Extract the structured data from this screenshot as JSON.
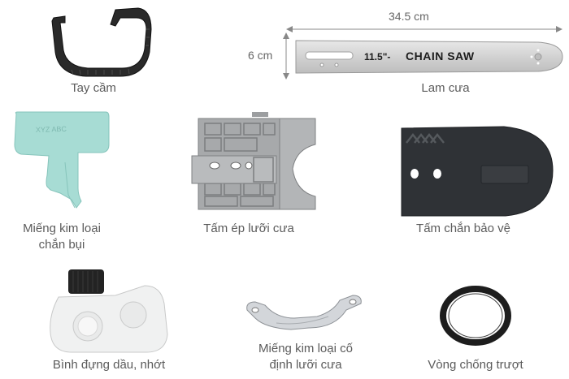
{
  "parts": {
    "handle": {
      "label": "Tay cầm"
    },
    "bar": {
      "label": "Lam cưa",
      "length": "34.5 cm",
      "width": "6 cm",
      "model": "11.5\"-",
      "brand": "CHAIN SAW",
      "text_color": "#1c1c1c"
    },
    "dust_plate": {
      "label_line1": "Miếng kim loại",
      "label_line2": "chắn bụi",
      "color": "#a9dcd5"
    },
    "bar_clamp": {
      "label": "Tấm ép lưỡi cưa",
      "color": "#a7a9ab"
    },
    "cover": {
      "label": "Tấm chắn bảo vệ",
      "color": "#2f3236"
    },
    "oil_bottle": {
      "label": "Bình đựng dầu, nhớt"
    },
    "bar_bracket": {
      "label_line1": "Miếng kim loại cố",
      "label_line2": "định lưỡi cưa"
    },
    "ring": {
      "label": "Vòng chống trượt"
    }
  }
}
